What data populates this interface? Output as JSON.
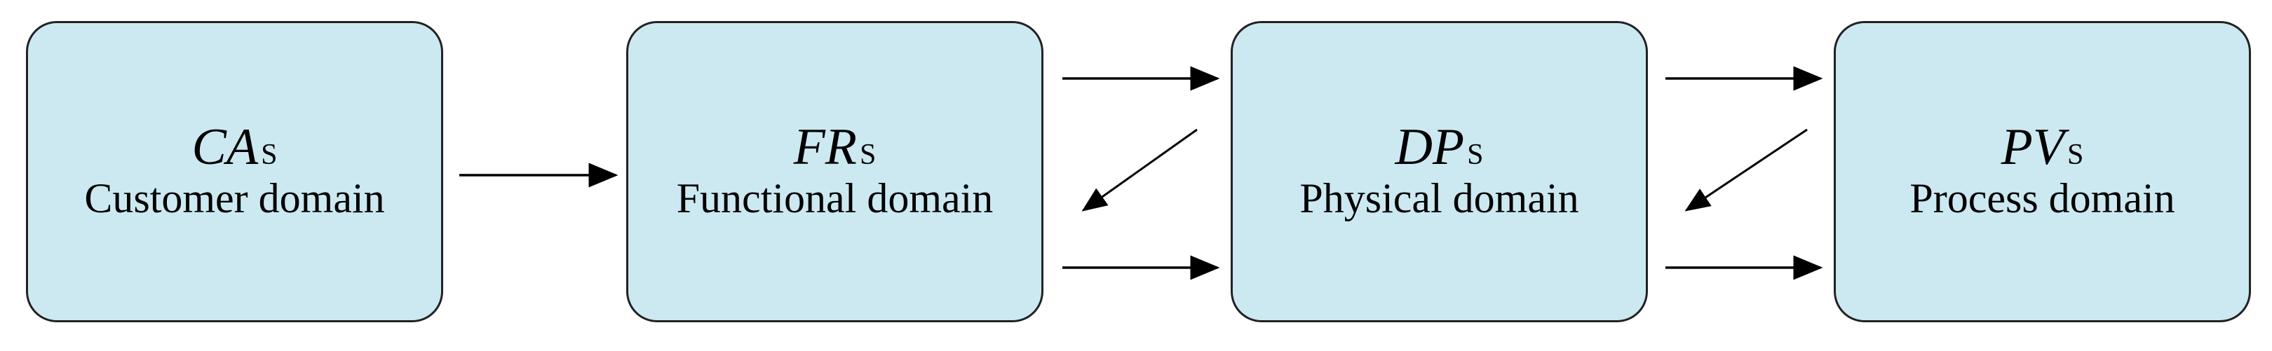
{
  "diagram": {
    "colors": {
      "box_fill": "#cce9f1",
      "box_border": "#222222",
      "arrow": "#000000"
    },
    "boxes": [
      {
        "symbol": "CA",
        "subscript": "S",
        "label": "Customer domain"
      },
      {
        "symbol": "FR",
        "subscript": "S",
        "label": "Functional domain"
      },
      {
        "symbol": "DP",
        "subscript": "S",
        "label": "Physical domain"
      },
      {
        "symbol": "PV",
        "subscript": "S",
        "label": "Process domain"
      }
    ],
    "arrows": [
      {
        "from": "customer-domain",
        "to": "functional-domain",
        "direction": "forward"
      },
      {
        "from": "functional-domain",
        "to": "physical-domain",
        "direction": "forward",
        "position": "top"
      },
      {
        "from": "physical-domain",
        "to": "functional-domain",
        "direction": "feedback",
        "position": "diagonal"
      },
      {
        "from": "functional-domain",
        "to": "physical-domain",
        "direction": "forward",
        "position": "bottom"
      },
      {
        "from": "physical-domain",
        "to": "process-domain",
        "direction": "forward",
        "position": "top"
      },
      {
        "from": "process-domain",
        "to": "physical-domain",
        "direction": "feedback",
        "position": "diagonal"
      },
      {
        "from": "physical-domain",
        "to": "process-domain",
        "direction": "forward",
        "position": "bottom"
      }
    ]
  }
}
